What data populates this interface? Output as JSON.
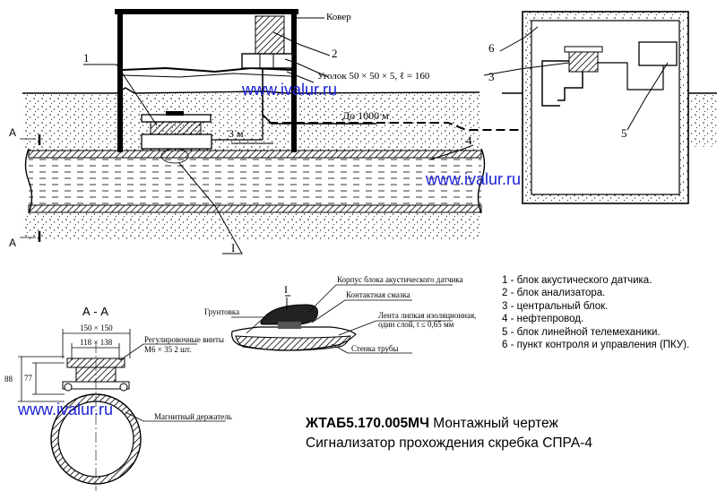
{
  "watermark": "www.ivalur.ru",
  "callouts": {
    "n1": "1",
    "n2": "2",
    "n3": "3",
    "n4": "4",
    "n5": "5",
    "n6": "6",
    "detail_ref": "I",
    "section_mark": "A"
  },
  "top_view": {
    "cover_label": "Ковер",
    "angle_label": "Уголок 50 × 50 × 5, ℓ = 160",
    "dist_3m": "3 м",
    "dist_1000m": "До 1000 м"
  },
  "detail_view": {
    "ref": "I",
    "housing_label": "Корпус блока акустического датчика",
    "grease_label": "Контактная смазка",
    "primer_label": "Грунтовка",
    "tape_label_1": "Лента липкая изоляционная,",
    "tape_label_2": "один слой, t ≤ 0,65 мм",
    "pipe_wall_label": "Стенка трубы"
  },
  "section_view": {
    "title": "А - А",
    "dim_outer": "150 × 150",
    "dim_inner": "118 × 138",
    "screws_label_1": "Регулировочные винты",
    "screws_label_2": "М6 × 35  2 шт.",
    "dim_88": "88",
    "dim_77": "77",
    "magnet_label": "Магнитный держатель"
  },
  "legend": [
    "1 - блок акустического датчика.",
    "2 - блок анализатора.",
    "3 - центральный блок.",
    "4 - нефтепровод.",
    "5 - блок линейной телемеханики.",
    "6 - пункт контроля и управления (ПКУ)."
  ],
  "title_block": {
    "code": "ЖТАБ5.170.005МЧ",
    "line1_rest": " Монтажный чертеж",
    "line2": "Сигнализатор прохождения скребка СПРА-4"
  },
  "colors": {
    "watermark": "#1a22d6",
    "ink": "#000000"
  }
}
